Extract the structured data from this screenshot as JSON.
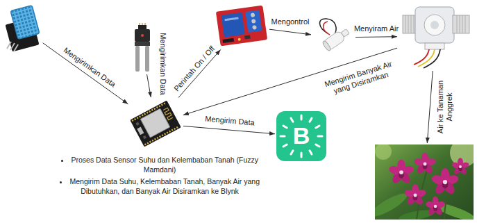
{
  "diagram": {
    "nodes": [
      {
        "text": []
      },
      {
        "text": []
      },
      {
        "text": []
      },
      {
        "text": []
      },
      {
        "text": []
      },
      {
        "text": []
      },
      {
        "text": [
          "B"
        ]
      },
      {
        "text": []
      }
    ],
    "edges": [
      {
        "from": 0,
        "to": 5,
        "arrow": "to",
        "label": "Mengirimkan Data"
      },
      {
        "from": 1,
        "to": 5,
        "arrow": "to",
        "label": "Mengirimkan Data"
      },
      {
        "from": 5,
        "to": 2,
        "arrow": "to",
        "label": "Perintah On / Off"
      },
      {
        "from": 2,
        "to": 3,
        "arrow": "to",
        "label": "Mengontrol"
      },
      {
        "from": 3,
        "to": 4,
        "arrow": "to",
        "label": "Menyiram Air"
      },
      {
        "from": 4,
        "to": 5,
        "arrow": "to",
        "label": "Mengirim Banyak Air yang Disiramkan"
      },
      {
        "from": 5,
        "to": 6,
        "arrow": "to",
        "label": "Mengirim Data"
      },
      {
        "from": 4,
        "to": 7,
        "arrow": "to",
        "label": "Air ke Tanaman Anggrek"
      }
    ],
    "labels": [
      "Proses Data Sensor Suhu dan Kelembaban Tanah (Fuzzy Mamdani)",
      "Mengirim Data Suhu, Kelembaban Tanah, Banyak Air yang Dibutuhkan, dan Banyak Air Disiramkan ke Blynk"
    ]
  }
}
